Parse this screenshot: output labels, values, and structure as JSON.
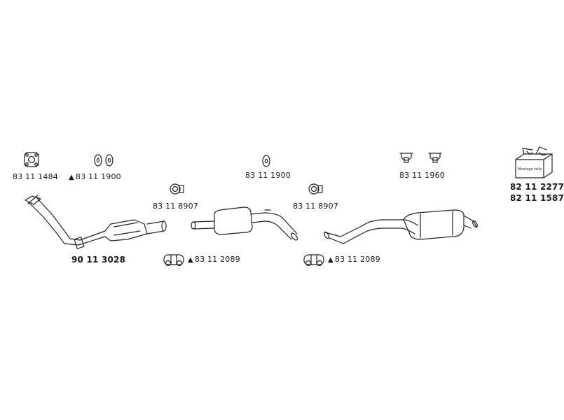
{
  "parts": {
    "flange_gasket": "83 11 1484",
    "hanger_rubber_1": "83 11 1900",
    "hanger_rubber_2": "83 11 1900",
    "hanger_bracket": "83 11 1960",
    "clamp_ring_1": "83 11 8907",
    "clamp_ring_2": "83 11 8907",
    "sleeve_clamp_1": "83 11 2089",
    "sleeve_clamp_2": "83 11 2089",
    "front_pipe_catalyst": "90 11 3028",
    "mounting_kit_1": "82 11 2277",
    "mounting_kit_2": "82 11 1587"
  },
  "kit_box_text": "Montage teile",
  "triangle_symbol": "▲"
}
